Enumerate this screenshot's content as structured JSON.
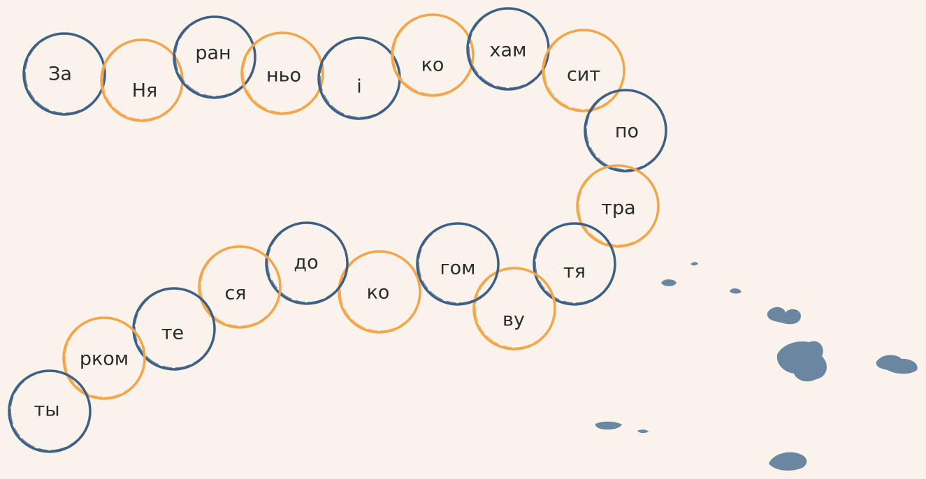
{
  "puzzle": {
    "colors": {
      "background": "#faf3ec",
      "blue": "#3f5f84",
      "orange": "#f2a54a",
      "ink": "#2b2b2b",
      "splatter": "#6b86a0"
    },
    "syllables": [
      {
        "text": "За",
        "color": "blue"
      },
      {
        "text": "Ня",
        "color": "orange"
      },
      {
        "text": "ран",
        "color": "blue"
      },
      {
        "text": "ньо",
        "color": "orange"
      },
      {
        "text": "і",
        "color": "blue"
      },
      {
        "text": "ко",
        "color": "orange"
      },
      {
        "text": "хам",
        "color": "blue"
      },
      {
        "text": "сит",
        "color": "orange"
      },
      {
        "text": "по",
        "color": "blue"
      },
      {
        "text": "тра",
        "color": "orange"
      },
      {
        "text": "тя",
        "color": "blue"
      },
      {
        "text": "ву",
        "color": "orange"
      },
      {
        "text": "гом",
        "color": "blue"
      },
      {
        "text": "ко",
        "color": "orange"
      },
      {
        "text": "до",
        "color": "blue"
      },
      {
        "text": "ся",
        "color": "orange"
      },
      {
        "text": "те",
        "color": "blue"
      },
      {
        "text": "рком",
        "color": "orange"
      },
      {
        "text": "ты",
        "color": "blue"
      }
    ]
  }
}
